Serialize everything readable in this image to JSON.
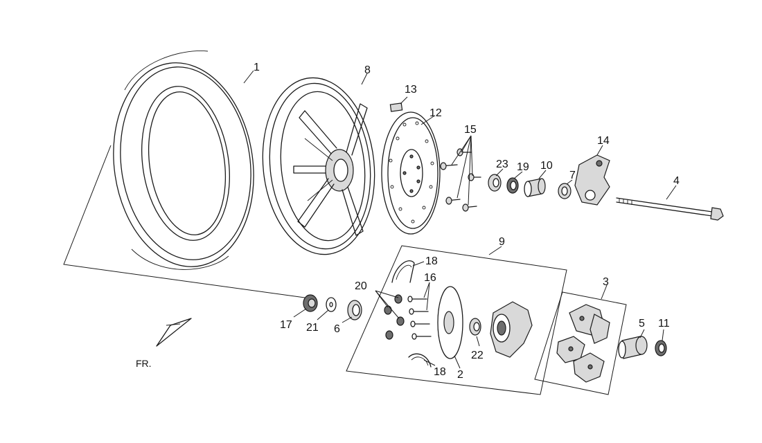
{
  "direction_label": "FR.",
  "callouts": {
    "c1": "1",
    "c2": "2",
    "c3": "3",
    "c4": "4",
    "c5": "5",
    "c6": "6",
    "c7": "7",
    "c8": "8",
    "c9": "9",
    "c10": "10",
    "c11": "11",
    "c12": "12",
    "c13": "13",
    "c14": "14",
    "c15": "15",
    "c16": "16",
    "c17": "17",
    "c18a": "18",
    "c18b": "18",
    "c19": "19",
    "c20": "20",
    "c21": "21",
    "c22": "22",
    "c23": "23"
  }
}
